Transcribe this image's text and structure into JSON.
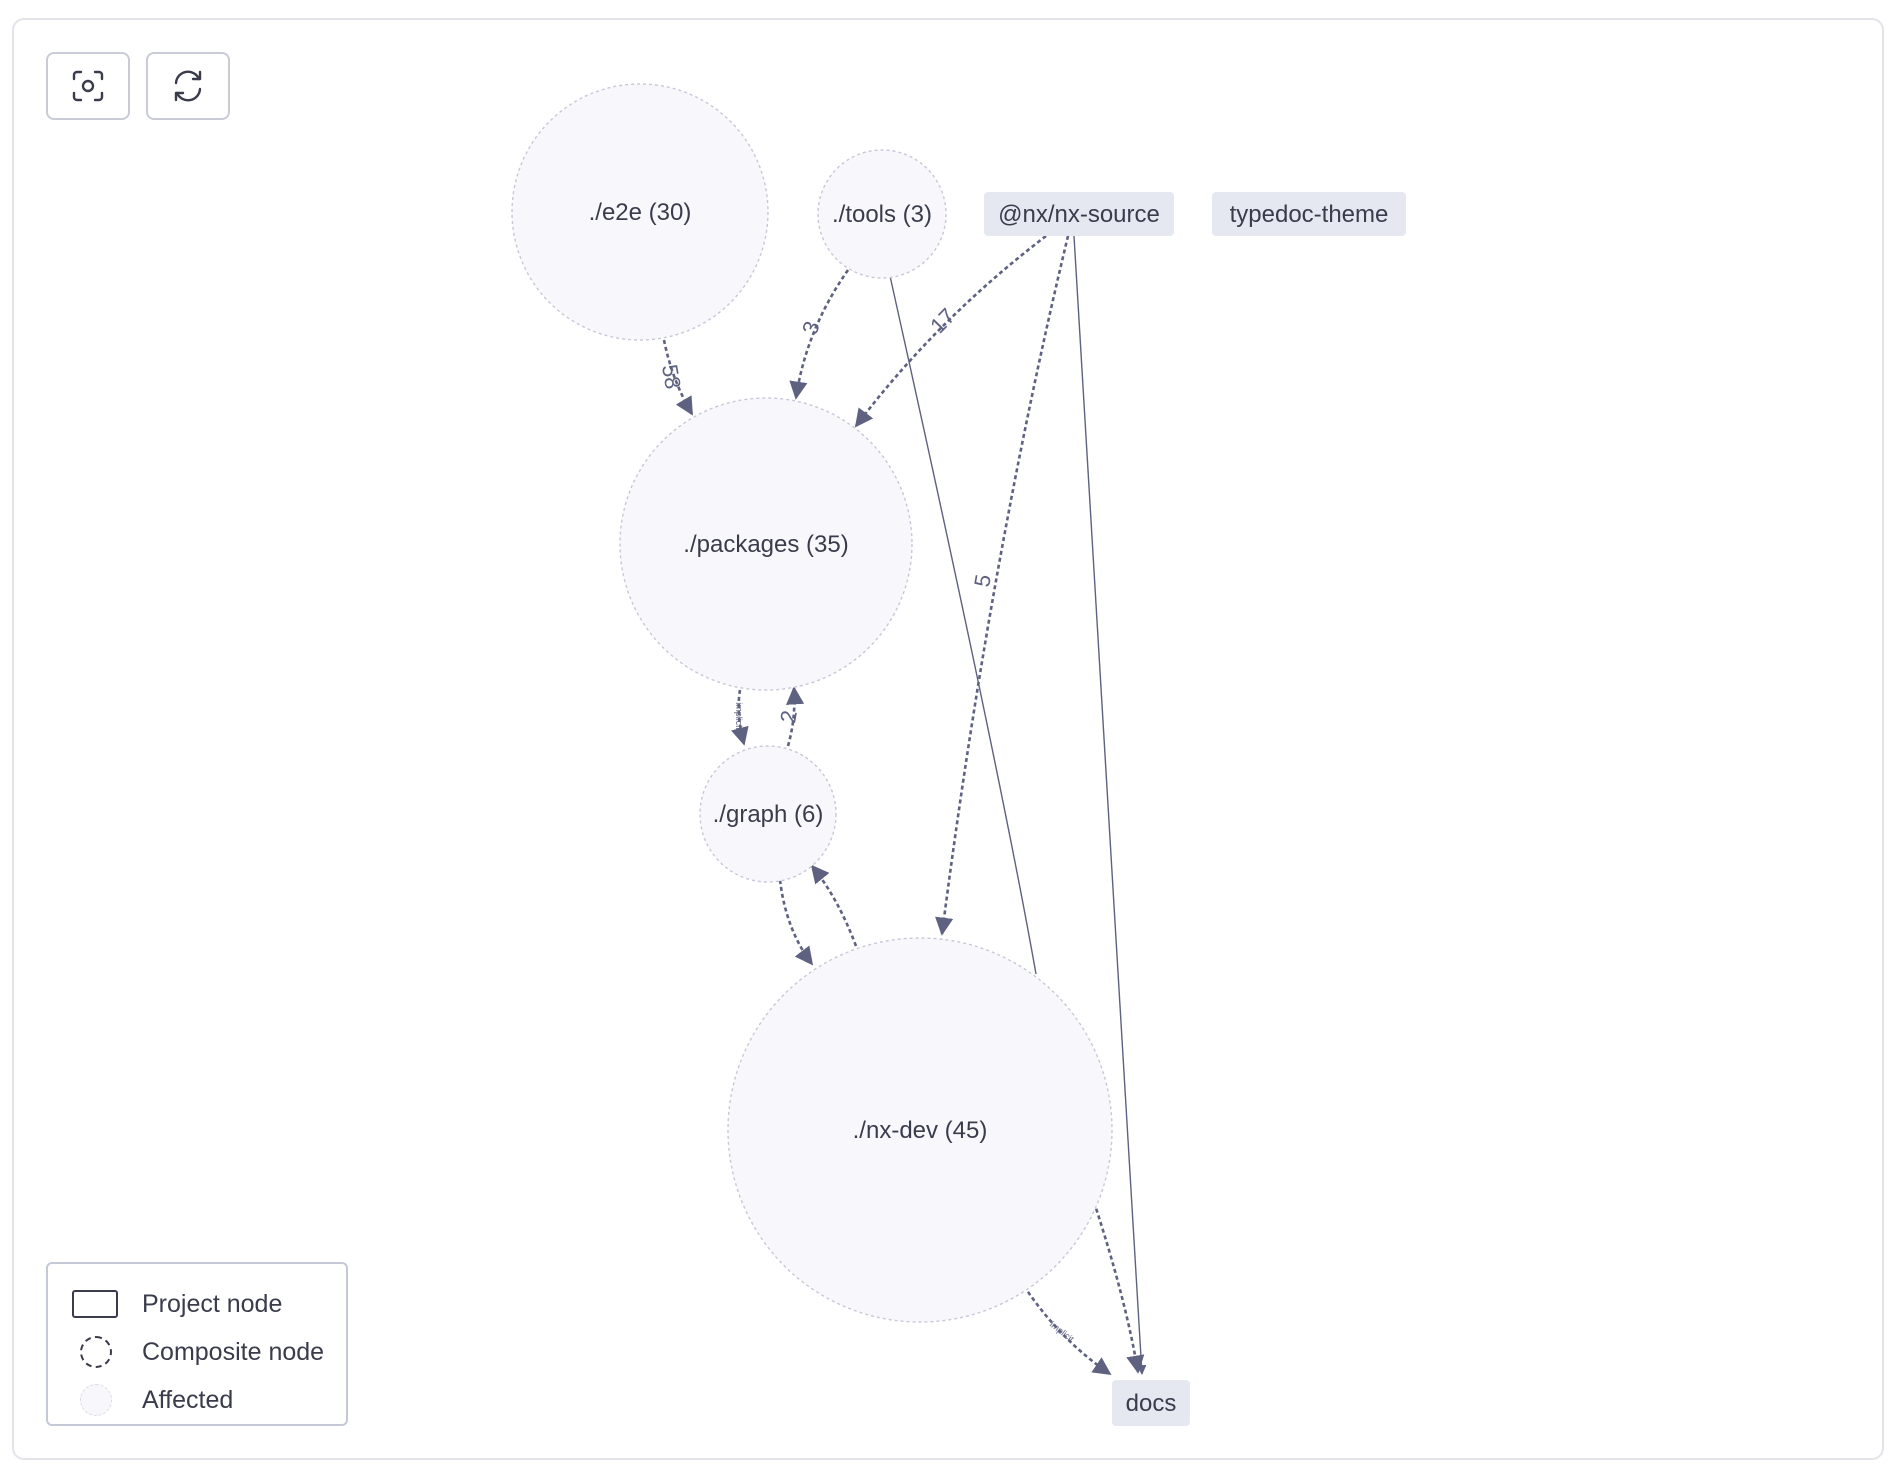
{
  "toolbar": {
    "buttons": [
      {
        "icon": "focus-camera-icon",
        "title": "Fit to view"
      },
      {
        "icon": "refresh-icon",
        "title": "Reset layout"
      }
    ]
  },
  "graph": {
    "composite_nodes": [
      {
        "id": "e2e",
        "label": "./e2e (30)"
      },
      {
        "id": "tools",
        "label": "./tools (3)"
      },
      {
        "id": "packages",
        "label": "./packages (35)"
      },
      {
        "id": "graph",
        "label": "./graph (6)"
      },
      {
        "id": "nx-dev",
        "label": "./nx-dev (45)"
      }
    ],
    "project_nodes": [
      {
        "id": "nx-source",
        "label": "@nx/nx-source"
      },
      {
        "id": "typedoc-theme",
        "label": "typedoc-theme"
      },
      {
        "id": "docs",
        "label": "docs"
      }
    ],
    "edges": [
      {
        "from": "e2e",
        "to": "packages",
        "label": "58"
      },
      {
        "from": "tools",
        "to": "packages",
        "label": "3"
      },
      {
        "from": "nx-source",
        "to": "packages",
        "label": "17"
      },
      {
        "from": "nx-source",
        "to": "nx-dev",
        "label": "5"
      },
      {
        "from": "nx-source",
        "to": "docs",
        "label": ""
      },
      {
        "from": "tools",
        "to": "nx-dev",
        "label": ""
      },
      {
        "from": "packages",
        "to": "graph",
        "label": "implicit"
      },
      {
        "from": "graph",
        "to": "packages",
        "label": "2"
      },
      {
        "from": "graph",
        "to": "nx-dev",
        "label": ""
      },
      {
        "from": "nx-dev",
        "to": "graph",
        "label": ""
      },
      {
        "from": "nx-dev",
        "to": "docs",
        "label": "implicit"
      },
      {
        "from": "nx-dev",
        "to": "docs",
        "label": ""
      }
    ]
  },
  "legend": {
    "items": [
      {
        "type": "project",
        "label": "Project node"
      },
      {
        "type": "composite",
        "label": "Composite node"
      },
      {
        "type": "affected",
        "label": "Affected"
      }
    ]
  },
  "colors": {
    "node_fill": "#f8f8fc",
    "node_border": "#c6c8d8",
    "project_fill": "#e5e7f1",
    "edge": "#5e6180",
    "text": "#3a3c4c"
  }
}
